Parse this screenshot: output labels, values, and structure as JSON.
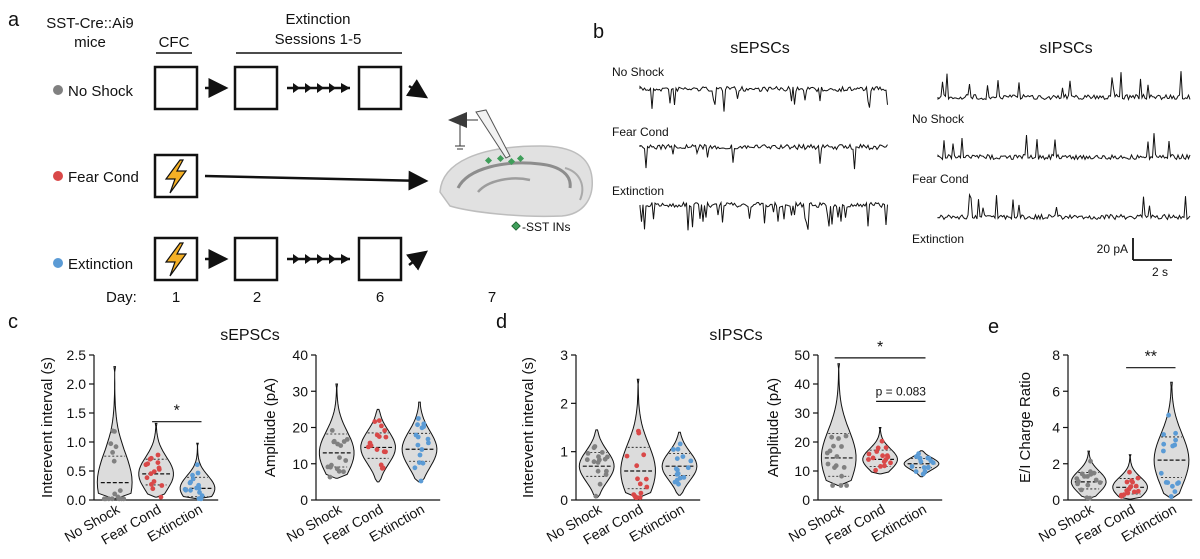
{
  "panel_a": {
    "letter": "a",
    "mouse_line1": "SST-Cre::Ai9",
    "mouse_line2": "mice",
    "cfc_label": "CFC",
    "extinction_line1": "Extinction",
    "extinction_line2": "Sessions 1-5",
    "groups": [
      "No Shock",
      "Fear Cond",
      "Extinction"
    ],
    "group_colors": [
      "#808080",
      "#d94848",
      "#5b9bd5"
    ],
    "day_label": "Day:",
    "days": [
      "1",
      "2",
      "6",
      "7"
    ],
    "sst_legend": "-SST INs",
    "icons": [
      "shock-box-icon",
      "context-box-icon",
      "brain-slice-icon",
      "recording-electrode-icon"
    ]
  },
  "panel_b": {
    "letter": "b",
    "sepsc_title": "sEPSCs",
    "sipsc_title": "sIPSCs",
    "sepsc_labels": [
      "No Shock",
      "Fear Cond",
      "Extinction"
    ],
    "sipsc_labels": [
      "No Shock",
      "Fear Cond",
      "Extinction"
    ],
    "scale_y": "20 pA",
    "scale_x": "2 s"
  },
  "panel_c": {
    "letter": "c",
    "title": "sEPSCs"
  },
  "panel_d": {
    "letter": "d",
    "title": "sIPSCs"
  },
  "panel_e": {
    "letter": "e"
  },
  "chart_data": [
    {
      "type": "violin",
      "panel": "c",
      "ylabel": "Interevent interval (s)",
      "ylim": [
        0,
        2.5
      ],
      "yticks": [
        "0.0",
        "0.5",
        "1.0",
        "1.5",
        "2.0",
        "2.5"
      ],
      "categories": [
        "No Shock",
        "Fear Cond",
        "Extinction"
      ],
      "colors": [
        "#808080",
        "#d94848",
        "#5b9bd5"
      ],
      "medians": [
        0.3,
        0.45,
        0.2
      ],
      "spans": [
        [
          0.02,
          2.3
        ],
        [
          0.05,
          1.32
        ],
        [
          0.02,
          0.98
        ]
      ],
      "significance": [
        {
          "from": 1,
          "to": 2,
          "label": "*",
          "y": 1.35
        }
      ]
    },
    {
      "type": "violin",
      "panel": "c",
      "ylabel": "Amplitude (pA)",
      "ylim": [
        0,
        40
      ],
      "yticks": [
        "0",
        "10",
        "20",
        "30",
        "40"
      ],
      "categories": [
        "No Shock",
        "Fear Cond",
        "Extinction"
      ],
      "colors": [
        "#808080",
        "#d94848",
        "#5b9bd5"
      ],
      "medians": [
        13,
        14.5,
        14
      ],
      "spans": [
        [
          6,
          32
        ],
        [
          5,
          25
        ],
        [
          5,
          27
        ]
      ],
      "significance": []
    },
    {
      "type": "violin",
      "panel": "d",
      "ylabel": "Interevent interval (s)",
      "ylim": [
        0,
        3
      ],
      "yticks": [
        "0",
        "1",
        "2",
        "3"
      ],
      "categories": [
        "No Shock",
        "Fear Cond",
        "Extinction"
      ],
      "colors": [
        "#808080",
        "#d94848",
        "#5b9bd5"
      ],
      "medians": [
        0.7,
        0.6,
        0.7
      ],
      "spans": [
        [
          0.05,
          1.45
        ],
        [
          0.05,
          2.5
        ],
        [
          0.1,
          1.4
        ]
      ],
      "significance": []
    },
    {
      "type": "violin",
      "panel": "d",
      "ylabel": "Amplitude (pA)",
      "ylim": [
        0,
        50
      ],
      "yticks": [
        "0",
        "10",
        "20",
        "30",
        "40",
        "50"
      ],
      "categories": [
        "No Shock",
        "Fear Cond",
        "Extinction"
      ],
      "colors": [
        "#808080",
        "#d94848",
        "#5b9bd5"
      ],
      "medians": [
        14.5,
        14,
        12.5
      ],
      "spans": [
        [
          5,
          47
        ],
        [
          9,
          25
        ],
        [
          8,
          17
        ]
      ],
      "significance": [
        {
          "from": 0,
          "to": 2,
          "label": "*",
          "y": 49
        },
        {
          "from": 1,
          "to": 2,
          "label": "p = 0.083",
          "y": 34
        }
      ]
    },
    {
      "type": "violin",
      "panel": "e",
      "ylabel": "E/I Charge Ratio",
      "ylim": [
        0,
        8
      ],
      "yticks": [
        "0",
        "2",
        "4",
        "6",
        "8"
      ],
      "categories": [
        "No Shock",
        "Fear Cond",
        "Extinction"
      ],
      "colors": [
        "#808080",
        "#d94848",
        "#5b9bd5"
      ],
      "medians": [
        1.0,
        0.7,
        2.2
      ],
      "spans": [
        [
          0.1,
          2.7
        ],
        [
          0.05,
          2.5
        ],
        [
          0.1,
          6.5
        ]
      ],
      "significance": [
        {
          "from": 1,
          "to": 2,
          "label": "**",
          "y": 7.3
        }
      ]
    }
  ]
}
